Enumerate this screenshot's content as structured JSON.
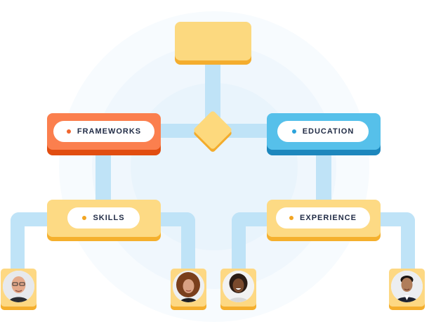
{
  "nodes": {
    "frameworks": {
      "label": "FRAMEWORKS",
      "dot_color": "#f0662e"
    },
    "education": {
      "label": "EDUCATION",
      "dot_color": "#2ba3db"
    },
    "skills": {
      "label": "SKILLS",
      "dot_color": "#f2a522"
    },
    "experience": {
      "label": "EXPERIENCE",
      "dot_color": "#f2a522"
    }
  },
  "avatars": [
    {
      "icon": "bald-man-glasses-avatar"
    },
    {
      "icon": "curly-hair-woman-avatar"
    },
    {
      "icon": "smiling-woman-avatar"
    },
    {
      "icon": "young-man-suit-avatar"
    }
  ],
  "colors": {
    "connector": "#bfe3f7",
    "frameworks": "#fb7f4e",
    "education": "#56c0ea",
    "yellow": "#fdda84"
  }
}
